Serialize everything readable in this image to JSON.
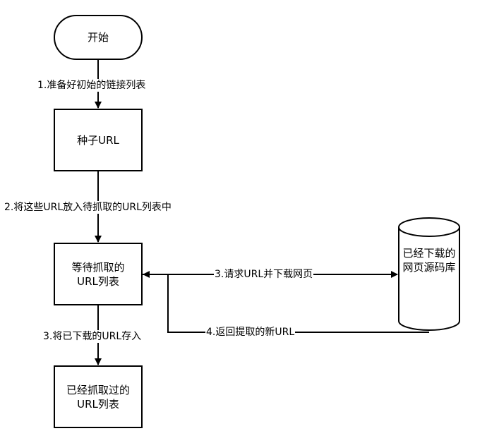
{
  "nodes": {
    "start": "开始",
    "seed": "种子URL",
    "pending": [
      "等待抓取的",
      "URL列表"
    ],
    "done": [
      "已经抓取过的",
      "URL列表"
    ],
    "storage": [
      "已经下载的",
      "网页源码库"
    ]
  },
  "edges": {
    "e1": "1.准备好初始的链接列表",
    "e2": "2.将这些URL放入待抓取的URL列表中",
    "e3": "3.请求URL并下载网页",
    "e4": "4.返回提取的新URL",
    "e5": "3.将已下载的URL存入"
  }
}
